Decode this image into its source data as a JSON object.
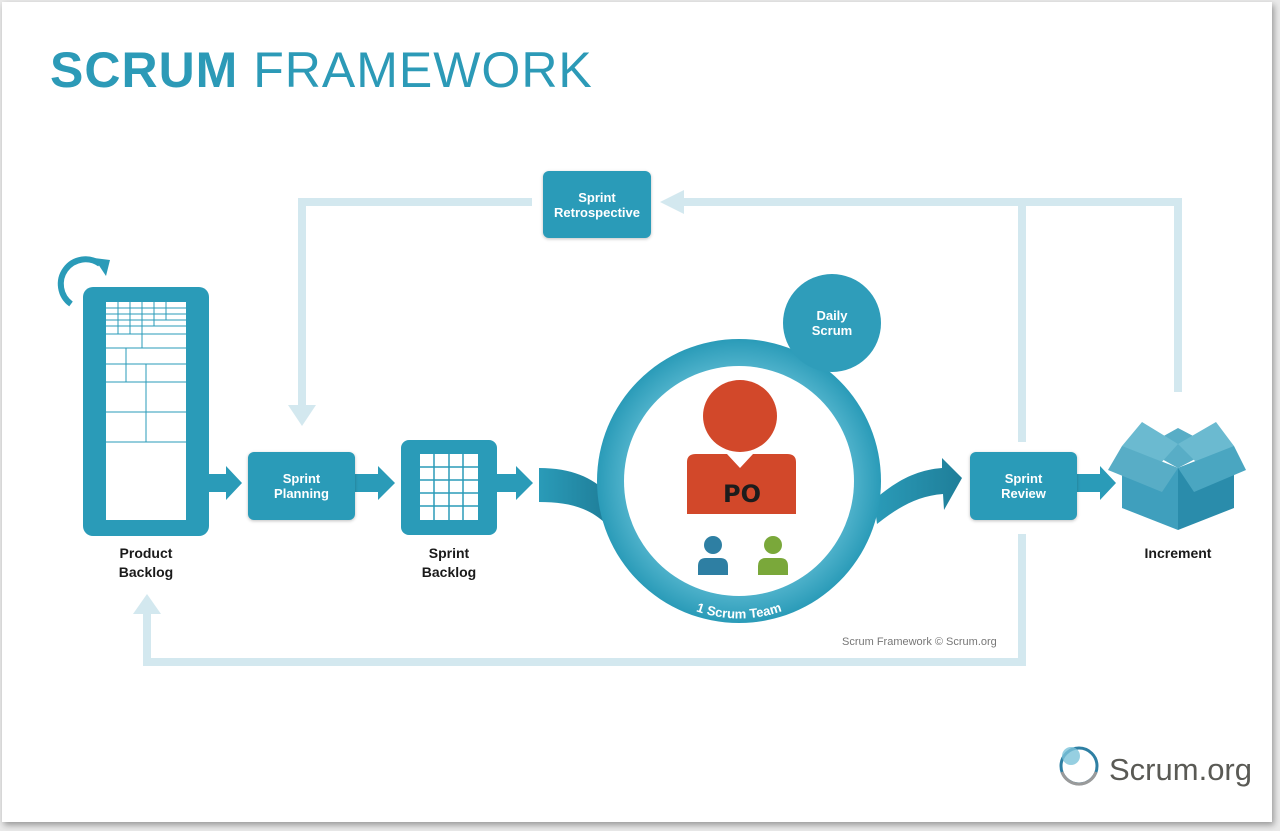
{
  "title": {
    "bold": "SCRUM",
    "light": "FRAMEWORK"
  },
  "nodes": {
    "sprint_retrospective": [
      "Sprint",
      "Retrospective"
    ],
    "sprint_planning": [
      "Sprint",
      "Planning"
    ],
    "sprint_review": [
      "Sprint",
      "Review"
    ],
    "daily_scrum": [
      "Daily",
      "Scrum"
    ],
    "product_backlog": [
      "Product",
      "Backlog"
    ],
    "sprint_backlog": [
      "Sprint",
      "Backlog"
    ],
    "increment": "Increment"
  },
  "team": {
    "po_label": "PO",
    "ring_label": "1 Scrum Team"
  },
  "copyright": "Scrum Framework © Scrum.org",
  "logo": {
    "name": "Scrum",
    "suffix": ".org"
  },
  "colors": {
    "primary": "#2a9bb8",
    "light_loop": "#cfe6ee",
    "po_orange": "#d2482a",
    "member_blue": "#2e7fa3",
    "member_green": "#7aa83a",
    "title": "#2c9ab7"
  }
}
